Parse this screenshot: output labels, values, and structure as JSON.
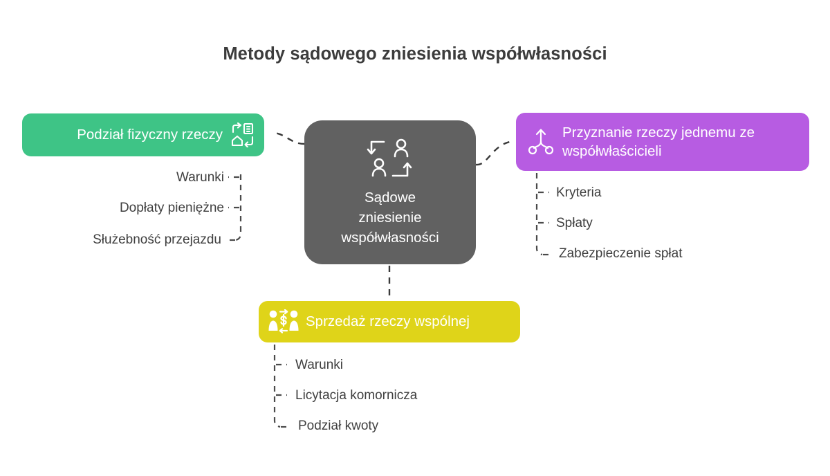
{
  "page": {
    "title": "Metody sądowego zniesienia współwłasności",
    "background_color": "#ffffff",
    "title_color": "#3c3c3c"
  },
  "center_node": {
    "label": "Sądowe zniesienie współwłasności",
    "line1": "Sądowe",
    "line2": "zniesienie",
    "line3": "współwłasności",
    "color": "#616161",
    "icon": "people-exchange-icon"
  },
  "branches": [
    {
      "id": "podzial-fizyczny",
      "label": "Podział fizyczny rzeczy",
      "color": "#3ec486",
      "icon": "property-swap-icon",
      "position": "left",
      "children": [
        {
          "label": "Warunki"
        },
        {
          "label": "Dopłaty pieniężne"
        },
        {
          "label": "Służebność przejazdu"
        }
      ]
    },
    {
      "id": "przyznanie-rzeczy",
      "label": "Przyznanie rzeczy jednemu ze współwłaścicieli",
      "color": "#b75ce2",
      "icon": "branch-allocation-icon",
      "position": "right",
      "children": [
        {
          "label": "Kryteria"
        },
        {
          "label": "Spłaty"
        },
        {
          "label": "Zabezpieczenie spłat"
        }
      ]
    },
    {
      "id": "sprzedaz-rzeczy",
      "label": "Sprzedaż rzeczy wspólnej",
      "color": "#dfd419",
      "icon": "sale-transaction-icon",
      "position": "bottom",
      "children": [
        {
          "label": "Warunki"
        },
        {
          "label": "Licytacja komornicza"
        },
        {
          "label": "Podział kwoty"
        }
      ]
    }
  ]
}
